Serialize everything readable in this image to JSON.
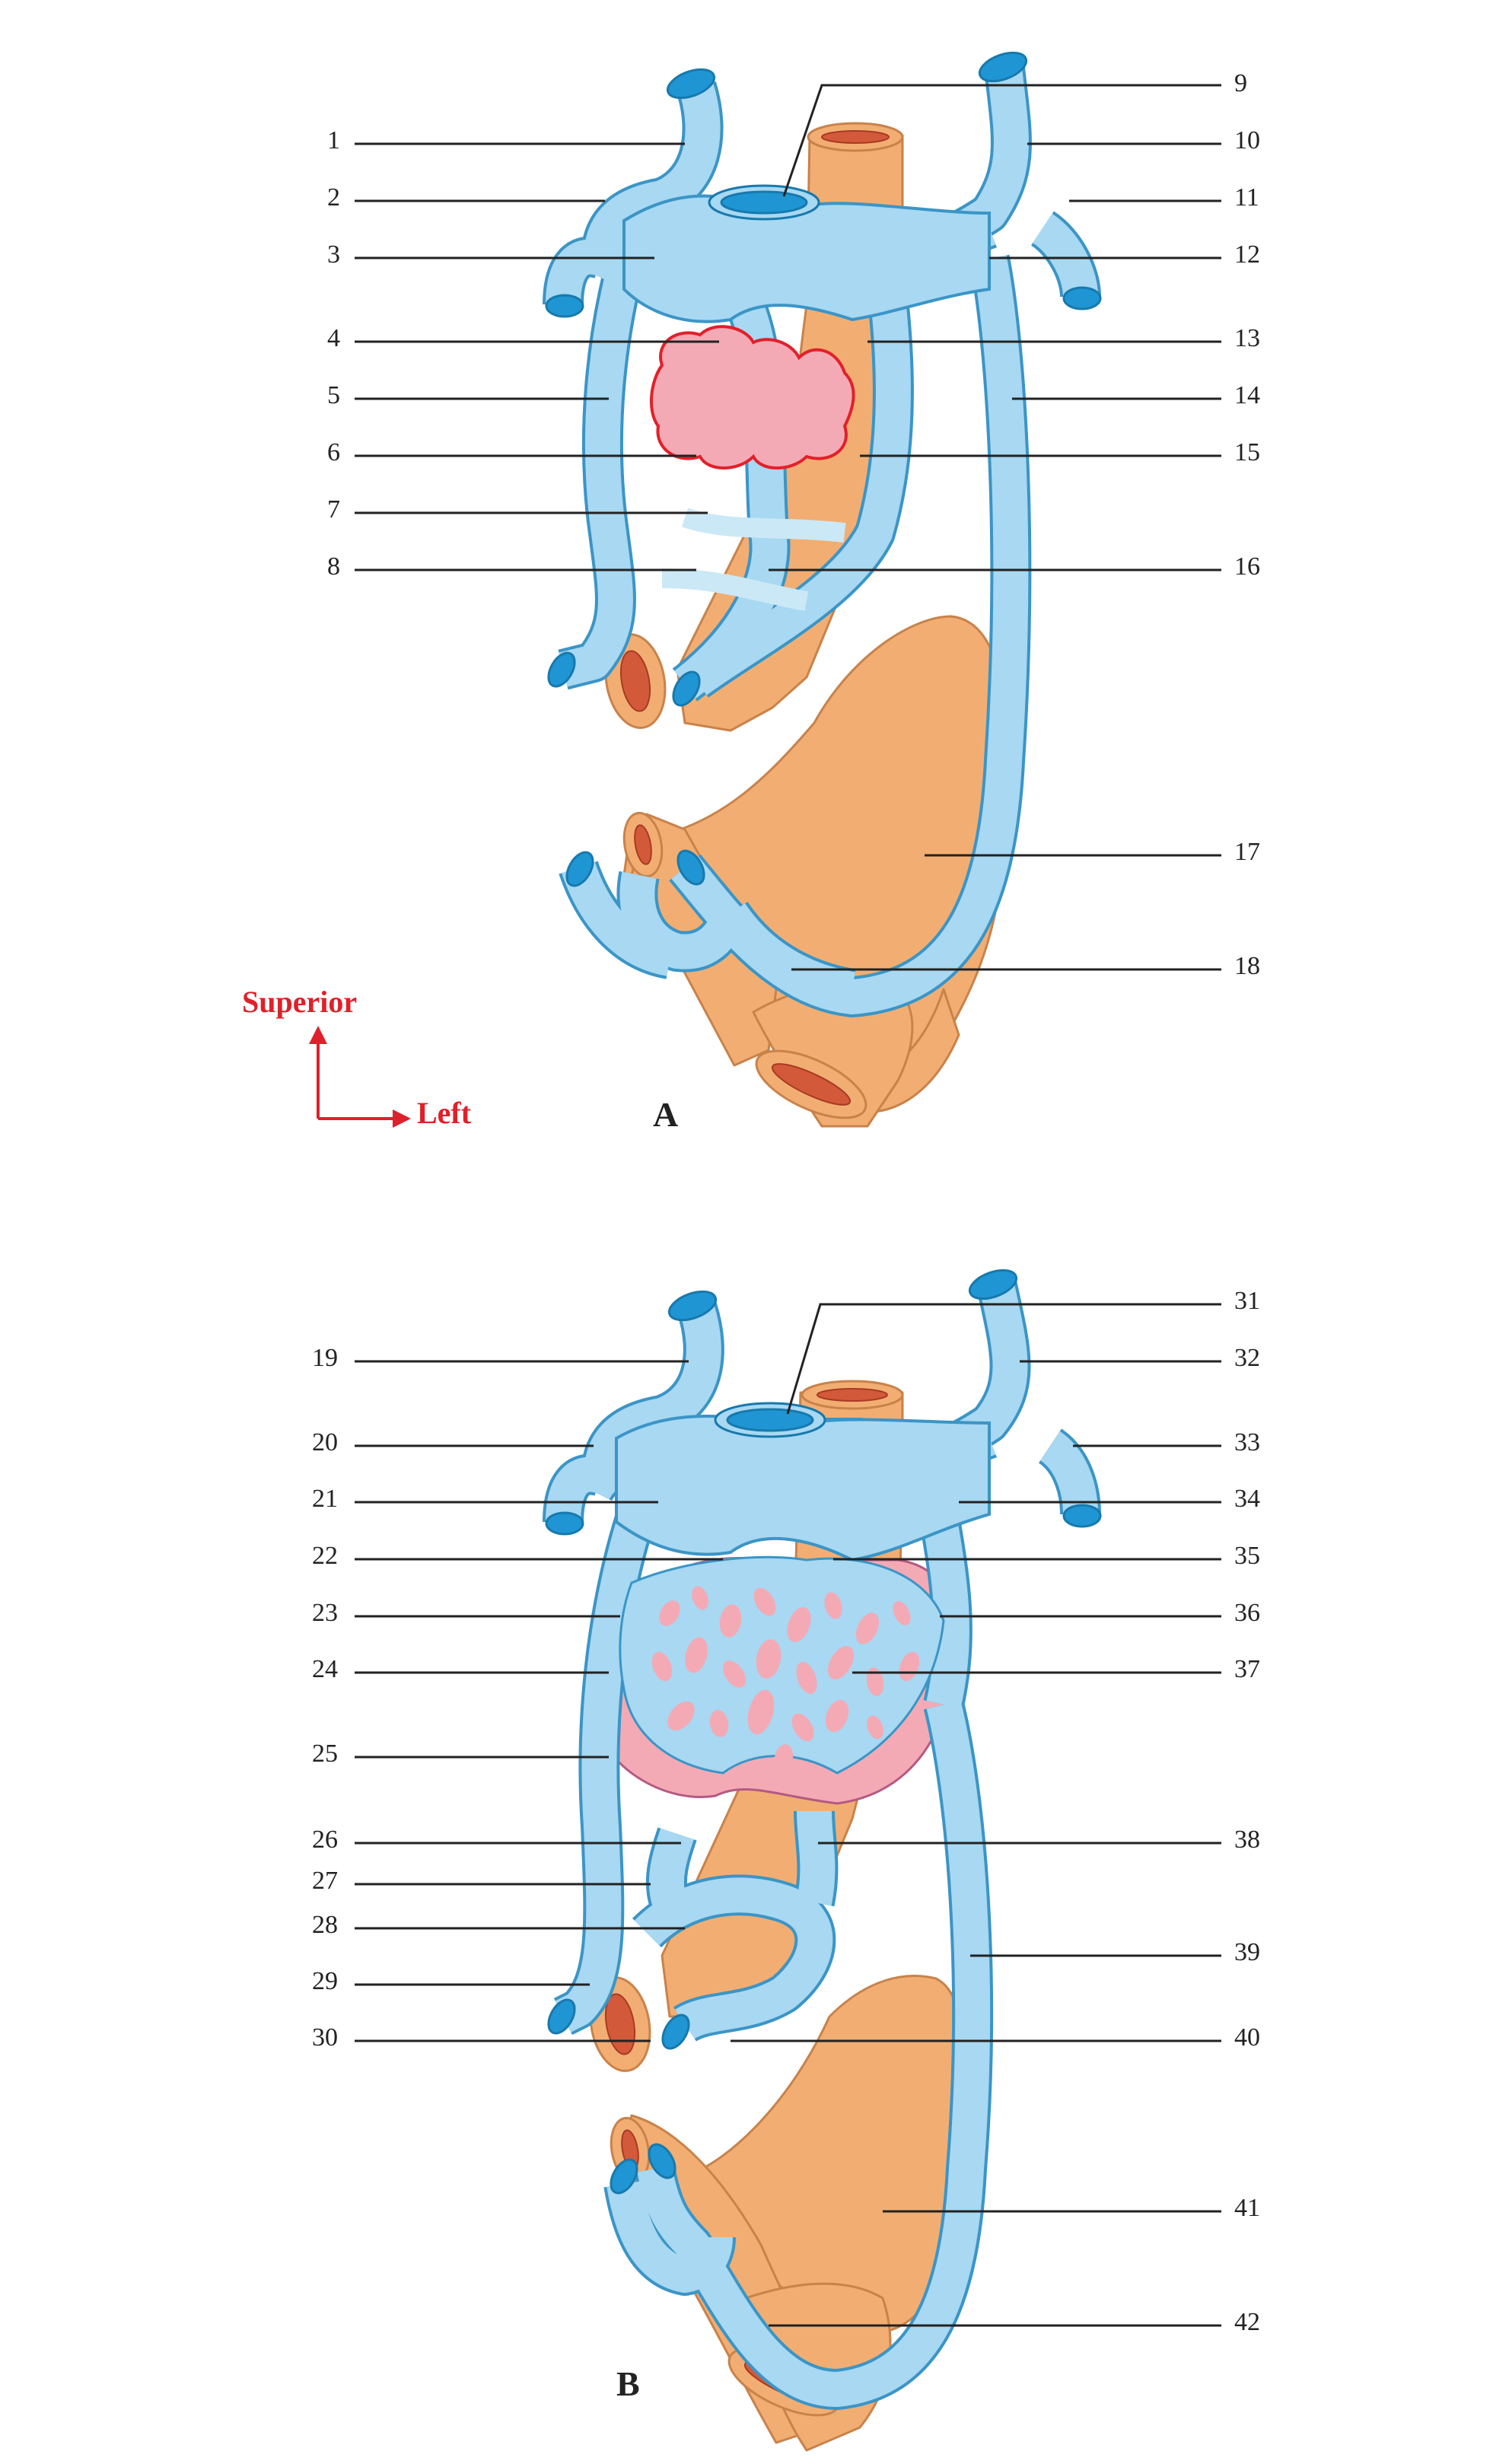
{
  "figure": {
    "panels": [
      {
        "panel_label": "A",
        "left_labels": [
          "1",
          "2",
          "3",
          "4",
          "5",
          "6",
          "7",
          "8"
        ],
        "right_labels": [
          "9",
          "10",
          "11",
          "12",
          "13",
          "14",
          "15",
          "16",
          "17",
          "18"
        ]
      },
      {
        "panel_label": "B",
        "left_labels": [
          "19",
          "20",
          "21",
          "22",
          "23",
          "24",
          "25",
          "26",
          "27",
          "28",
          "29",
          "30"
        ],
        "right_labels": [
          "31",
          "32",
          "33",
          "34",
          "35",
          "36",
          "37",
          "38",
          "39",
          "40",
          "41",
          "42"
        ]
      }
    ],
    "orientation": {
      "up_label": "Superior",
      "right_label": "Left",
      "color": "#e0202a"
    },
    "colors": {
      "vein_fill": "#a8d8f2",
      "vein_outline": "#3b95c6",
      "vessel_lumen": "#1f96d3",
      "gut": "#f2ae72",
      "varix_tissue": "#f4aab5",
      "mucosa": "#d25a3a"
    }
  }
}
